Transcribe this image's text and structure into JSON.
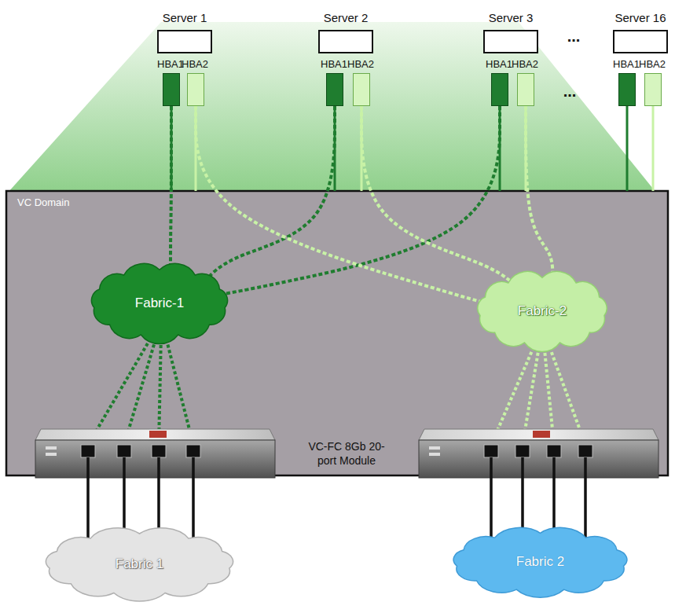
{
  "diagram": {
    "nodes": [
      {
        "text": [
          "Server 1"
        ]
      },
      {
        "text": [
          "Server 2"
        ]
      },
      {
        "text": [
          "Server 3"
        ]
      },
      {
        "text": [
          "Server 16"
        ]
      },
      {
        "text": [
          "HBA1"
        ]
      },
      {
        "text": [
          "HBA2"
        ]
      },
      {
        "text": [
          "HBA1"
        ]
      },
      {
        "text": [
          "HBA2"
        ]
      },
      {
        "text": [
          "HBA1"
        ]
      },
      {
        "text": [
          "HBA2"
        ]
      },
      {
        "text": [
          "HBA1"
        ]
      },
      {
        "text": [
          "HBA2"
        ]
      },
      {
        "text": [
          "VC Domain"
        ]
      },
      {
        "text": [
          "Fabric-1"
        ],
        "in": 12
      },
      {
        "text": [
          "Fabric-2"
        ],
        "in": 12
      },
      {
        "text": [
          "Fabric 1"
        ]
      },
      {
        "text": [
          "Fabric 2"
        ]
      }
    ],
    "edges": [
      {
        "from": 4,
        "to": 13,
        "arrow": "none"
      },
      {
        "from": 6,
        "to": 13,
        "arrow": "none"
      },
      {
        "from": 8,
        "to": 13,
        "arrow": "none"
      },
      {
        "from": 5,
        "to": 14,
        "arrow": "none"
      },
      {
        "from": 7,
        "to": 14,
        "arrow": "none"
      },
      {
        "from": 9,
        "to": 14,
        "arrow": "none"
      }
    ],
    "labels": [
      "...",
      "...",
      "VC-FC 8Gb 20-port Module"
    ]
  }
}
